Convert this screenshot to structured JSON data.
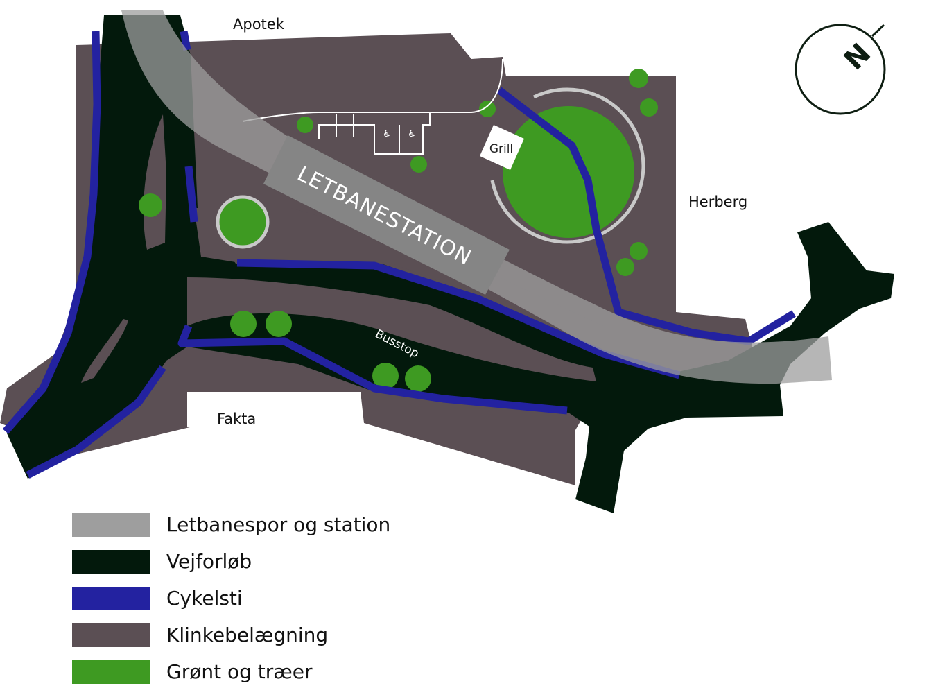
{
  "labels": {
    "apotek": "Apotek",
    "herberg": "Herberg",
    "fakta": "Fakta",
    "grill": "Grill",
    "busstop": "Busstop",
    "station": "LETBANESTATION",
    "north": "N"
  },
  "colors": {
    "tram": "#9e9e9e",
    "road": "#03190c",
    "bike": "#2322a0",
    "paving": "#5b4f54",
    "green": "#3e9a22"
  },
  "legend": [
    {
      "label": "Letbanespor og station",
      "color": "#9e9e9e"
    },
    {
      "label": "Vejforløb",
      "color": "#03190c"
    },
    {
      "label": "Cykelsti",
      "color": "#2322a0"
    },
    {
      "label": "Klinkebelægning",
      "color": "#5b4f54"
    },
    {
      "label": "Grønt og træer",
      "color": "#3e9a22"
    }
  ],
  "icons": {
    "compass": "north-arrow-icon",
    "parking": "wheelchair-icon",
    "tree": "tree-icon"
  }
}
